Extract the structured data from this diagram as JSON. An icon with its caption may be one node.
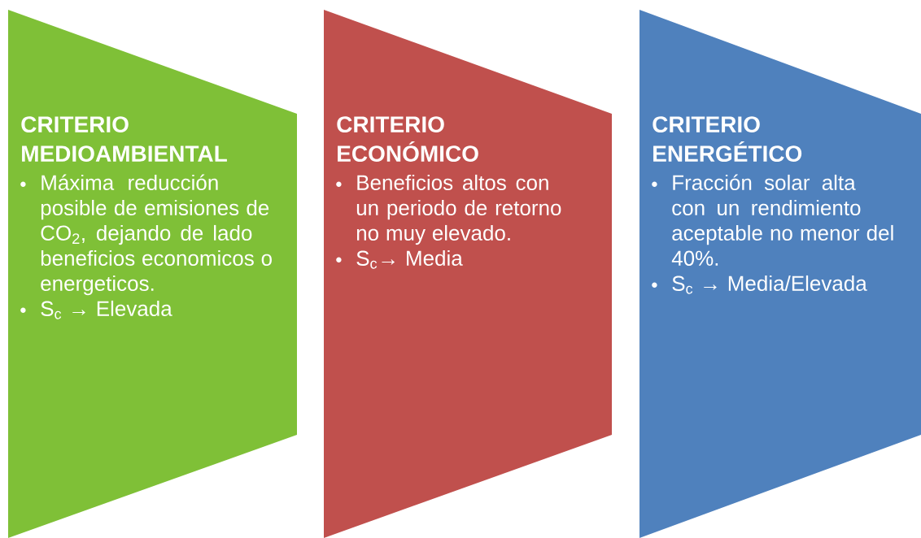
{
  "diagram": {
    "nodes": [
      {
        "text": [
          "CRITERIO MEDIOAMBIENTAL",
          "Máxima reducción posible de emisiones de CO$_{2}$, dejando de lado beneficios economicos o energeticos.",
          "S$_{c}$ → Elevada"
        ]
      },
      {
        "text": [
          "CRITERIO ECONÓMICO",
          "Beneficios altos con un periodo de retorno no muy elevado.",
          "S$_{c}$→ Media"
        ]
      },
      {
        "text": [
          "CRITERIO ENERGÉTICO",
          "Fracción solar alta con un rendimiento aceptable no menor del 40%.",
          "S$_{c}$ → Media/Elevada"
        ]
      }
    ]
  }
}
